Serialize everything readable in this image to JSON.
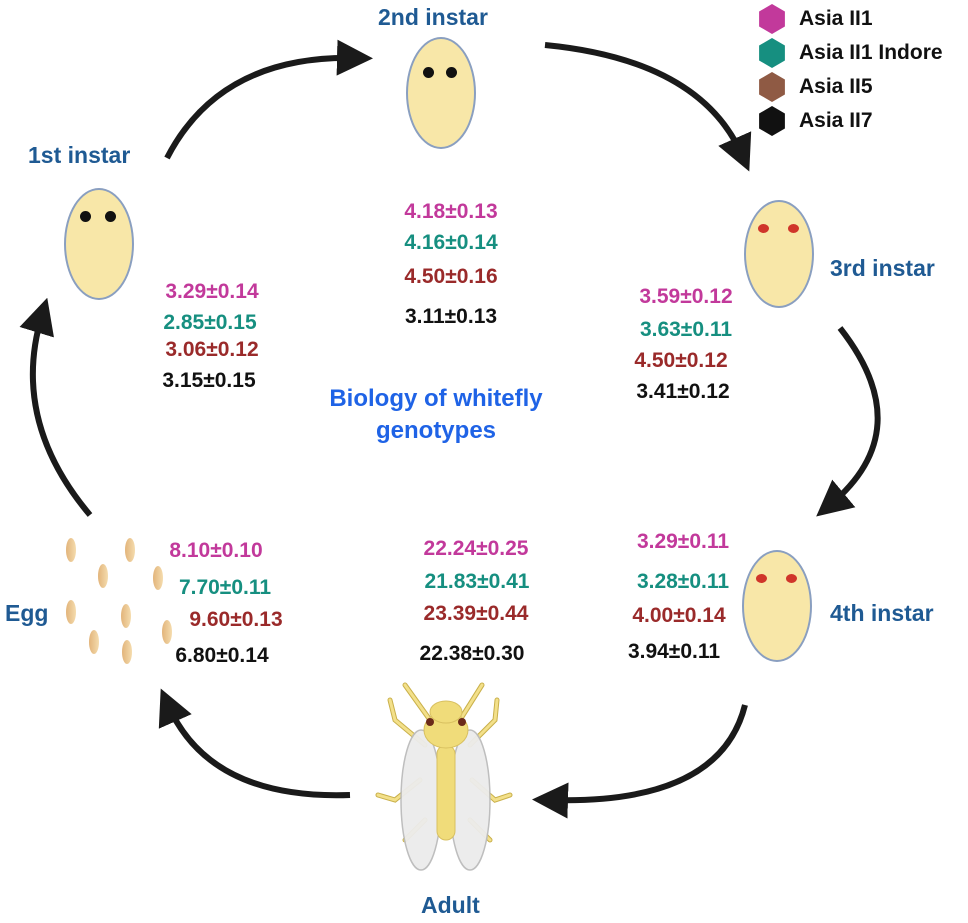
{
  "title": [
    "Biology of whitefly",
    "genotypes"
  ],
  "legend": [
    {
      "label": "Asia II1",
      "color": "#c2399b"
    },
    {
      "label": "Asia II1 Indore",
      "color": "#168f80"
    },
    {
      "label": "Asia II5",
      "color": "#8f5a44"
    },
    {
      "label": "Asia II7",
      "color": "#111111"
    }
  ],
  "stages": {
    "egg": {
      "label": "Egg",
      "values": [
        "8.10±0.10",
        "7.70±0.11",
        "9.60±0.13",
        "6.80±0.14"
      ]
    },
    "first": {
      "label": "1st instar",
      "values": [
        "3.29±0.14",
        "2.85±0.15",
        "3.06±0.12",
        "3.15±0.15"
      ]
    },
    "second": {
      "label": "2nd instar",
      "values": [
        "4.18±0.13",
        "4.16±0.14",
        "4.50±0.16",
        "3.11±0.13"
      ]
    },
    "third": {
      "label": "3rd instar",
      "values": [
        "3.59±0.12",
        "3.63±0.11",
        "4.50±0.12",
        "3.41±0.12"
      ]
    },
    "fourth": {
      "label": "4th instar",
      "values": [
        "3.29±0.11",
        "3.28±0.11",
        "4.00±0.14",
        "3.94±0.11"
      ]
    },
    "adult": {
      "label": "Adult",
      "values": [
        "22.24±0.25",
        "21.83±0.41",
        "23.39±0.44",
        "22.38±0.30"
      ]
    }
  }
}
